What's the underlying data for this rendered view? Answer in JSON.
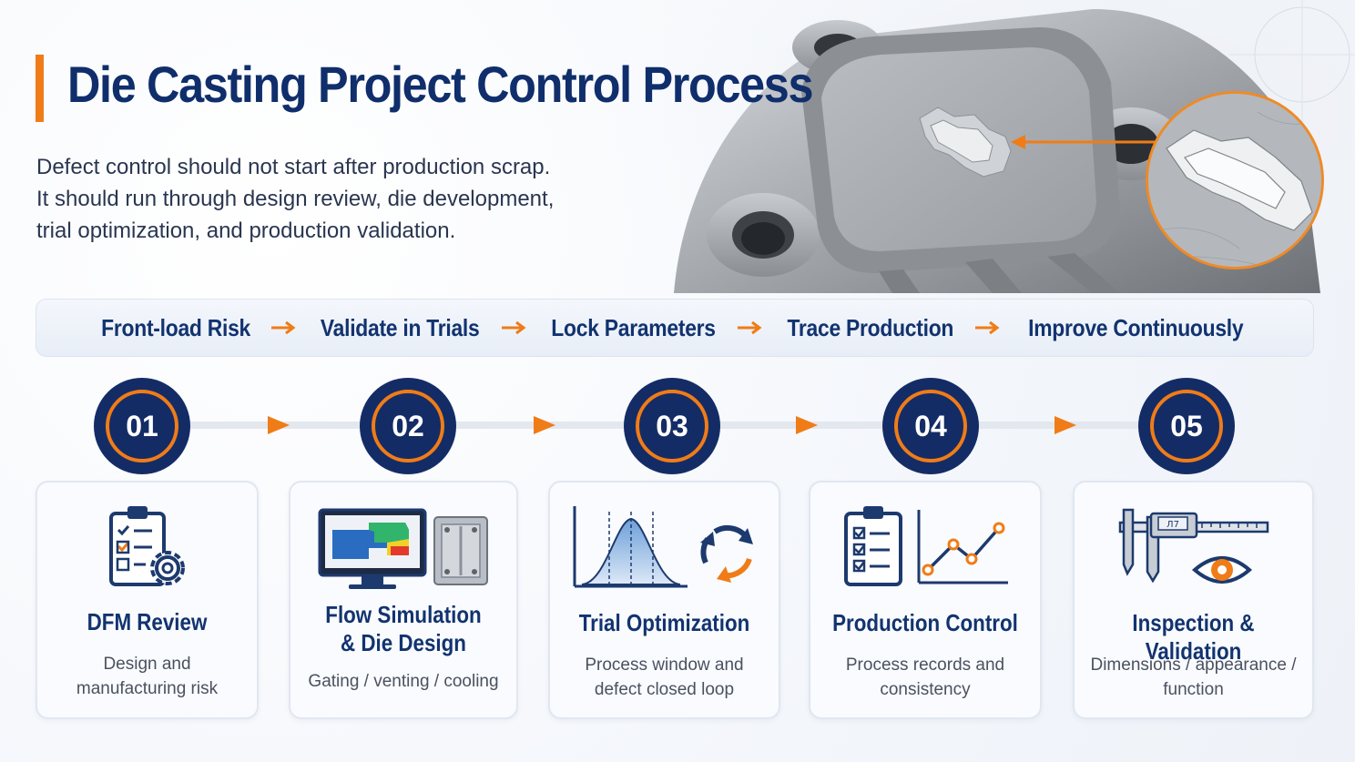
{
  "title": "Die Casting Project Control Process",
  "subtitle": [
    "Defect control should not start after production scrap.",
    "It should run through design review, die development,",
    "trial optimization, and production validation."
  ],
  "principles": [
    "Front-load Risk",
    "Validate in Trials",
    "Lock Parameters",
    "Trace Production",
    "Improve Continuously"
  ],
  "steps": [
    {
      "number": "01",
      "title": "DFM Review",
      "desc": [
        "Design and",
        "manufacturing risk"
      ],
      "icon": "checklist-gear-icon"
    },
    {
      "number": "02",
      "title": [
        "Flow Simulation",
        "& Die Design"
      ],
      "desc": [
        "Gating / venting / cooling"
      ],
      "icon": "simulation-monitor-icon"
    },
    {
      "number": "03",
      "title": "Trial Optimization",
      "desc": [
        "Process window and",
        "defect closed loop"
      ],
      "icon": "bell-curve-cycle-icon"
    },
    {
      "number": "04",
      "title": "Production Control",
      "desc": [
        "Process records and",
        "consistency"
      ],
      "icon": "checklist-trend-icon"
    },
    {
      "number": "05",
      "title": "Inspection & Validation",
      "desc": [
        "Dimensions / appearance /",
        "function"
      ],
      "icon": "caliper-eye-icon"
    }
  ],
  "caliper_readout": "Л7",
  "colors": {
    "navy": "#142c66",
    "orange": "#f07c17",
    "title": "#0f2e6b"
  }
}
